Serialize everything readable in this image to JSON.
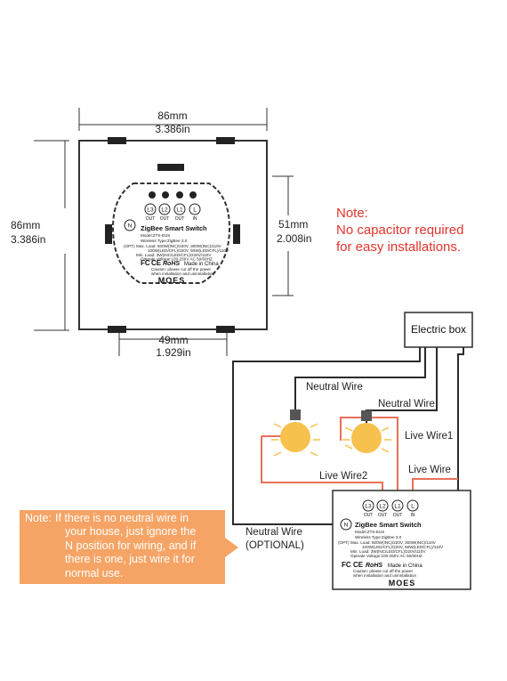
{
  "dims": {
    "top_mm": "86mm",
    "top_in": "3.386in",
    "left_mm": "86mm",
    "left_in": "3.386in",
    "right_mm": "51mm",
    "right_in": "2.008in",
    "bottom_mm": "49mm",
    "bottom_in": "1.929in"
  },
  "note_red": {
    "line1": "Note:",
    "line2": "No capacitor required",
    "line3": "for easy installations."
  },
  "switch_face": {
    "n_label": "N",
    "terminals": [
      {
        "label": "L3",
        "sub": "OUT"
      },
      {
        "label": "L2",
        "sub": "OUT"
      },
      {
        "label": "L1",
        "sub": "OUT"
      },
      {
        "label": "L",
        "sub": "IN"
      }
    ],
    "title": "ZigBee Smart Switch",
    "model": "Model:ZTS-EU8",
    "wireless": "Wireless Type:ZigBee 3.0",
    "opt": "(OPT)",
    "max_load": "Max. Load: 600W(INC)/220V, 300W(INC)/110V",
    "max_load2": "100W(LED/CFL)/220V, 50W(LED/CFL)/110V",
    "min_load": "Min. Load: 3W(INC/LED/CFL)/220V/110V",
    "fc": "FC",
    "ce": "CE",
    "rohs": "RoHS",
    "made": "Made in China",
    "caution1": "Caution: please cut off the power",
    "caution2": "when installation and uninstallation",
    "voltage": "Operate Voltage:100-250V AC 50/60HZ",
    "brand": "MOES"
  },
  "wiring": {
    "electric_box": "Electric box",
    "neutral_wire_1": "Neutral Wire",
    "neutral_wire_2": "Neutral Wire",
    "live_wire_1": "Live Wire1",
    "live_wire": "Live Wire",
    "live_wire_2": "Live Wire2",
    "neutral_optional_1": "Neutral Wire",
    "neutral_optional_2": "(OPTIONAL)"
  },
  "small_switch": {
    "n_label": "N",
    "terminals": [
      {
        "label": "L3",
        "sub": "OUT"
      },
      {
        "label": "L2",
        "sub": "OUT"
      },
      {
        "label": "L1",
        "sub": "OUT"
      },
      {
        "label": "L",
        "sub": "IN"
      }
    ],
    "title": "ZigBee Smart Switch",
    "model": "Model:ZTS-EU8",
    "wireless": "Wireless Type:ZigBee 3.0",
    "opt": "(OPT)",
    "max_load": "Max. Load: 600W(INC)/220V, 300W(INC)/110V",
    "max_load2": "100W(LED/CFL)/220V, 50W(LED/CFL)/110V",
    "min_load": "Min. Load: 3W(INC/LED/CFL)/220V/110V",
    "voltage": "Operate Voltage:100-250V AC 50/60HZ",
    "fc": "FC",
    "ce": "CE",
    "rohs": "RoHS",
    "made": "Made in China",
    "caution1": "Caution: please cut off the power",
    "caution2": "when installation and uninstallation",
    "brand": "MOES"
  },
  "note_box": {
    "prefix": "Note:",
    "line1": "If there is no neutral wire in",
    "line2": "your house, just ignore the",
    "line3": "N position for wiring, and if",
    "line4": "there is one, just wire it for",
    "line5": "normal use."
  },
  "colors": {
    "wire_dark": "#2b2b2b",
    "wire_orange": "#e8705a",
    "note_fill": "#f5a465",
    "note_red": "#e3342c",
    "bulb_fill": "#f6c14d"
  }
}
